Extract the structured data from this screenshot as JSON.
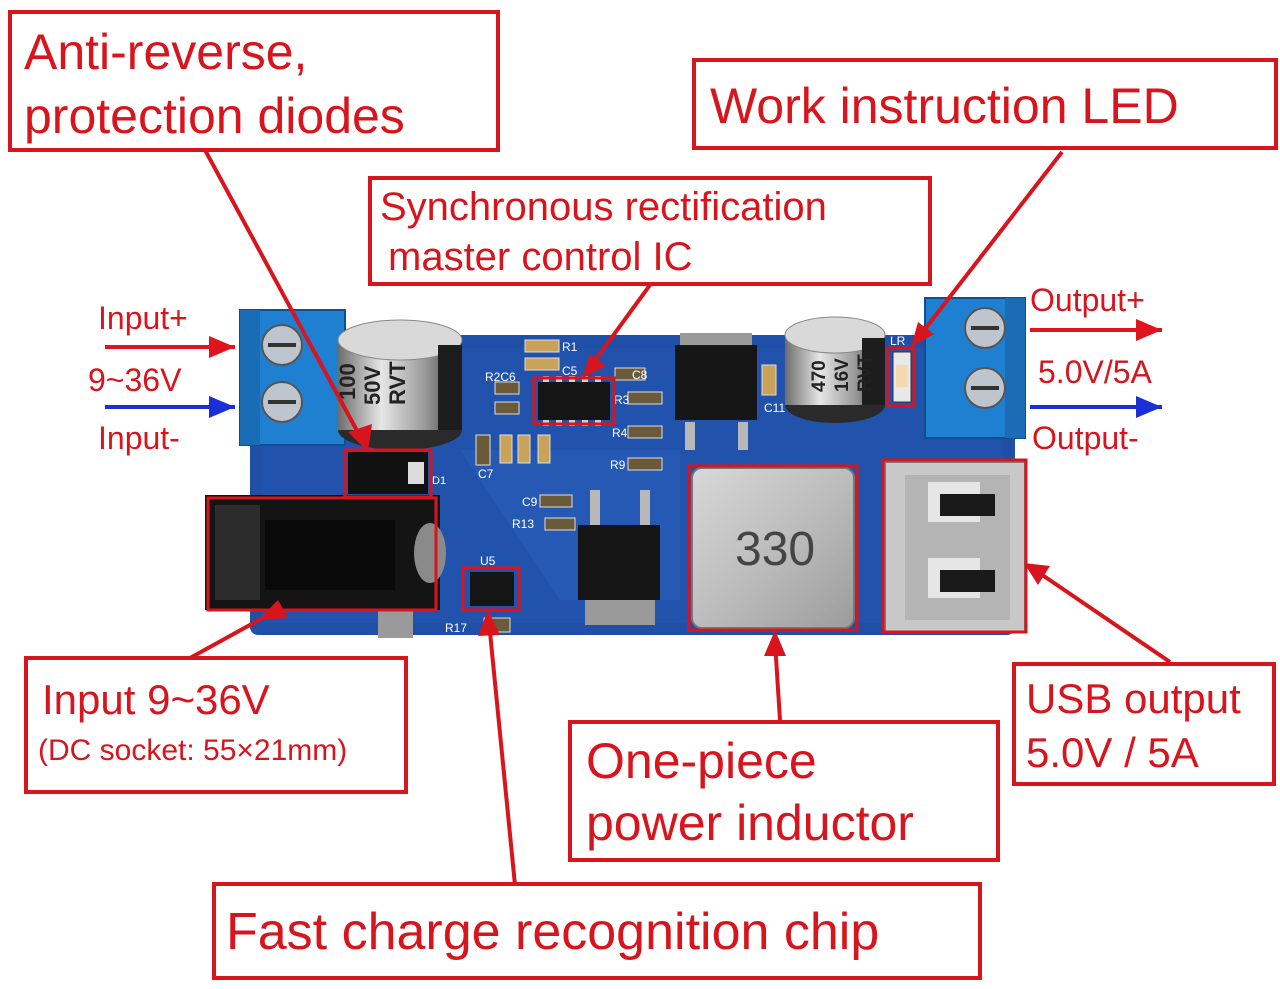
{
  "callouts": {
    "anti_reverse": {
      "line1": "Anti-reverse,",
      "line2": "protection diodes"
    },
    "work_led": {
      "line1": "Work instruction LED"
    },
    "sync_ic": {
      "line1": "Synchronous rectification",
      "line2": "master control IC"
    },
    "input_socket": {
      "line1": "Input 9~36V",
      "line2": "(DC socket: 55×21mm)"
    },
    "inductor": {
      "line1": "One-piece",
      "line2": "power inductor"
    },
    "usb_output": {
      "line1": "USB output",
      "line2": "5.0V / 5A"
    },
    "fast_charge": {
      "line1": "Fast charge recognition chip"
    }
  },
  "io_labels": {
    "input_plus": "Input+",
    "input_range": "9~36V",
    "input_minus": "Input-",
    "output_plus": "Output+",
    "output_value": "5.0V/5A",
    "output_minus": "Output-"
  },
  "board": {
    "cap_left": {
      "l1": "100",
      "l2": "50V",
      "l3": "RVT"
    },
    "cap_right": {
      "l1": "470",
      "l2": "16V",
      "l3": "RVT"
    },
    "inductor_mark": "330",
    "silk": {
      "r1": "R1",
      "c5": "C5",
      "c8": "C8",
      "r2c6": "R2C6",
      "r3": "R3",
      "r4": "R4",
      "r9": "R9",
      "c9": "C9",
      "r13": "R13",
      "r17": "R17",
      "u5": "U5",
      "d1": "D1",
      "c11": "C11",
      "c7": "C7",
      "lr": "LR"
    }
  },
  "colors": {
    "callout": "#d8141d",
    "arrow_red": "#e0141d",
    "arrow_blue": "#1a2fd6",
    "pcb": "#1f4fa6",
    "terminal": "#1f7fd1"
  }
}
